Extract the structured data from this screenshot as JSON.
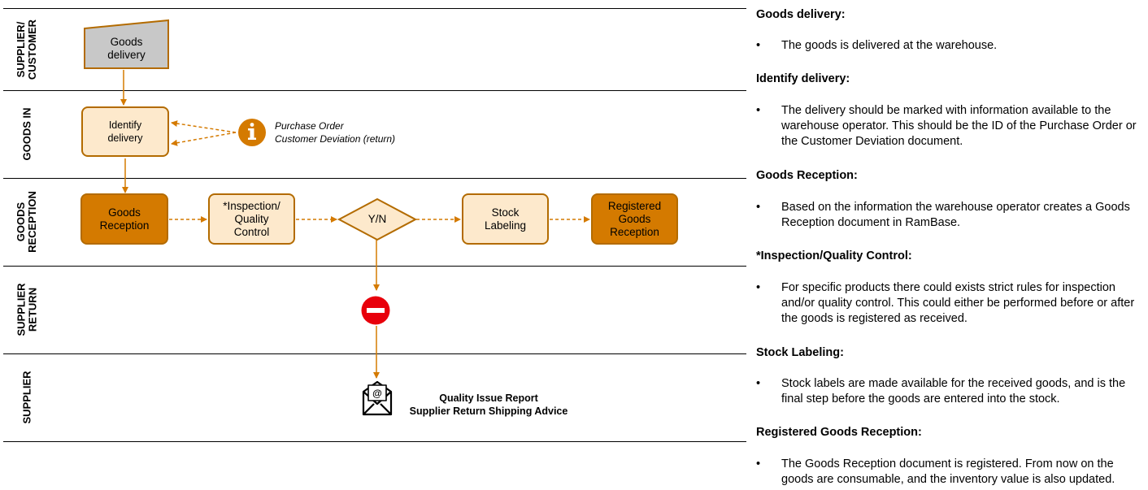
{
  "lanes": [
    {
      "label": "SUPPLIER/\nCUSTOMER"
    },
    {
      "label": "GOODS IN"
    },
    {
      "label": "GOODS\nRECEPTION"
    },
    {
      "label": "SUPPLIER\nRETURN"
    },
    {
      "label": "SUPPLIER"
    }
  ],
  "nodes": {
    "goods_delivery": "Goods\ndelivery",
    "identify_delivery": "Identify\ndelivery",
    "goods_reception": "Goods\nReception",
    "inspection": "*Inspection/\nQuality\nControl",
    "decision": "Y/N",
    "stock_labeling": "Stock\nLabeling",
    "registered": "Registered\nGoods\nReception"
  },
  "info_note": "Purchase Order\nCustomer Deviation (return)",
  "output_docs": "Quality Issue Report\nSupplier Return Shipping Advice",
  "bullet_char": "•",
  "descriptions": [
    {
      "title": "Goods delivery:",
      "text": "The goods is delivered at the warehouse."
    },
    {
      "title": "Identify delivery:",
      "text": "The delivery should be marked with information available to the warehouse operator. This should be the ID of the Purchase Order or the Customer Deviation document."
    },
    {
      "title": "Goods Reception:",
      "text": "Based on the information the warehouse operator creates a Goods Reception document in RamBase."
    },
    {
      "title": "*Inspection/Quality Control:",
      "text": "For specific products there could exists strict rules for inspection and/or quality control. This could either be performed before or after the goods is registered as received."
    },
    {
      "title": "Stock Labeling:",
      "text": "Stock labels are made available for the received goods, and is the final step before the goods are entered into the stock."
    },
    {
      "title": "Registered Goods Reception:",
      "text": "The Goods Reception document is registered. From now on the goods are consumable, and the inventory value is also updated."
    }
  ],
  "colors": {
    "accent": "#d47a00",
    "light_fill": "#fde9cc",
    "border": "#b36b00",
    "stop": "#e8000b",
    "manual_input": "#c8c8c8"
  }
}
